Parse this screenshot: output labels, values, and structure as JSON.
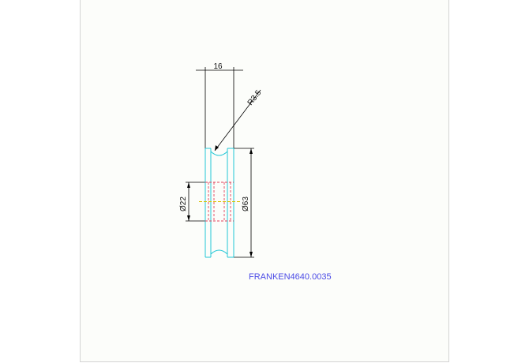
{
  "drawing": {
    "dimensions": {
      "width": "16",
      "radius": "R3.5",
      "inner_diameter": "Ø22",
      "outer_diameter": "Ø63"
    },
    "part_label": "FRANKEN4640.0035"
  },
  "colors": {
    "outline": "#22c7d6",
    "hidden": "#e0405a",
    "center": "#d8c200",
    "dimension": "#000000",
    "label": "#4b4be6"
  }
}
